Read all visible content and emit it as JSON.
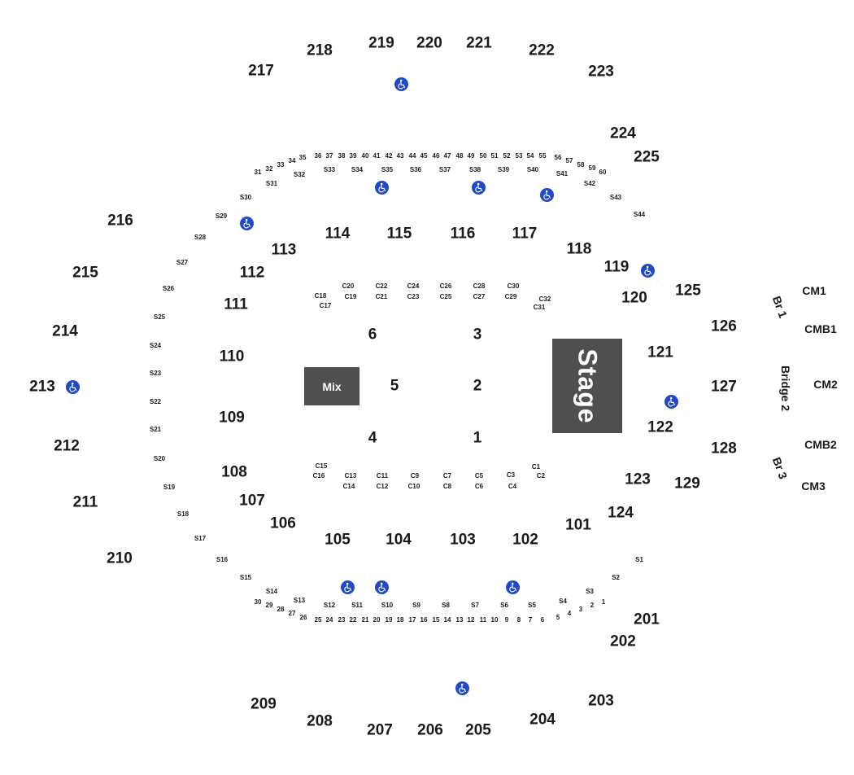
{
  "map": {
    "sections_200": [
      "217",
      "218",
      "219",
      "220",
      "221",
      "222",
      "223",
      "224",
      "225",
      "216",
      "215",
      "214",
      "213",
      "212",
      "211",
      "210",
      "209",
      "208",
      "207",
      "206",
      "205",
      "204",
      "203",
      "202",
      "201"
    ],
    "sections_100": [
      "114",
      "115",
      "116",
      "117",
      "118",
      "119",
      "120",
      "113",
      "112",
      "111",
      "110",
      "109",
      "108",
      "107",
      "106",
      "105",
      "104",
      "103",
      "102",
      "101",
      "124",
      "123",
      "125",
      "126",
      "127",
      "128",
      "129",
      "121",
      "122"
    ],
    "floor": {
      "sections": [
        "6",
        "3",
        "5",
        "2",
        "4",
        "1"
      ],
      "mix_label": "Mix",
      "stage_label": "Stage"
    },
    "right_side": {
      "cm": [
        "CM1",
        "CMB1",
        "CM2",
        "CMB2",
        "CM3"
      ],
      "bridges": [
        "Br 1",
        "Bridge 2",
        "Br 3"
      ]
    },
    "ring_top_numbers": [
      "31",
      "32",
      "33",
      "34",
      "35",
      "36",
      "37",
      "38",
      "39",
      "40",
      "41",
      "42",
      "43",
      "44",
      "45",
      "46",
      "47",
      "48",
      "49",
      "50",
      "51",
      "52",
      "53",
      "54",
      "55",
      "56",
      "57",
      "58",
      "59",
      "60"
    ],
    "ring_bottom_numbers": [
      "30",
      "29",
      "28",
      "27",
      "26",
      "25",
      "24",
      "23",
      "22",
      "21",
      "20",
      "19",
      "18",
      "17",
      "16",
      "15",
      "14",
      "13",
      "12",
      "11",
      "10",
      "9",
      "8",
      "7",
      "6",
      "5",
      "4",
      "3",
      "2",
      "1"
    ],
    "suites": [
      "S1",
      "S2",
      "S3",
      "S4",
      "S5",
      "S6",
      "S7",
      "S8",
      "S9",
      "S10",
      "S11",
      "S12",
      "S13",
      "S14",
      "S15",
      "S16",
      "S17",
      "S18",
      "S19",
      "S20",
      "S21",
      "S22",
      "S23",
      "S24",
      "S25",
      "S26",
      "S27",
      "S28",
      "S29",
      "S30",
      "S31",
      "S32",
      "S33",
      "S34",
      "S35",
      "S36",
      "S37",
      "S38",
      "S39",
      "S40",
      "S41",
      "S42",
      "S43",
      "S44"
    ],
    "club_seats": [
      "C1",
      "C2",
      "C3",
      "C4",
      "C5",
      "C6",
      "C7",
      "C8",
      "C9",
      "C10",
      "C11",
      "C12",
      "C13",
      "C14",
      "C15",
      "C16",
      "C17",
      "C18",
      "C19",
      "C20",
      "C21",
      "C22",
      "C23",
      "C24",
      "C25",
      "C26",
      "C27",
      "C28",
      "C29",
      "C30",
      "C31",
      "C32"
    ],
    "accessibility_icon": "wheelchair-icon",
    "colors": {
      "text": "#1a1a1a",
      "box": "#4f4f4f",
      "accessible": "#1f49c9"
    }
  }
}
